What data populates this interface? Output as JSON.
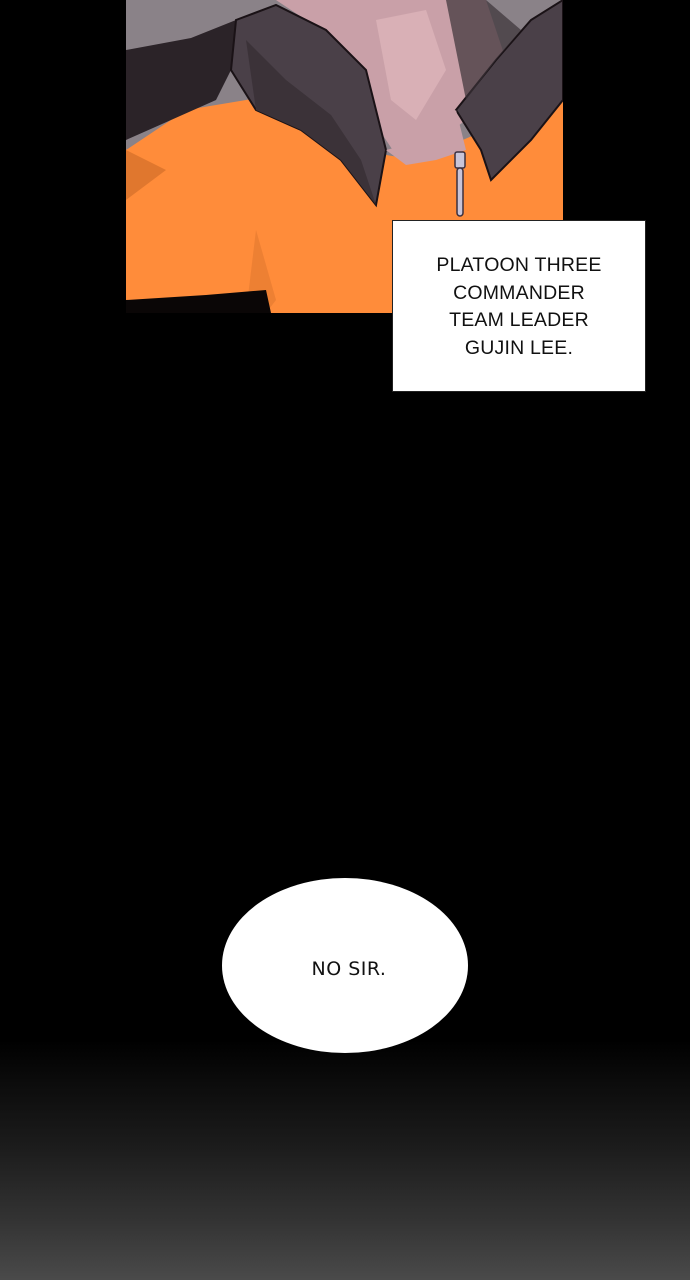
{
  "page": {
    "background_color": "#000000",
    "bottom_gradient_end": "#4a4a4a"
  },
  "panel": {
    "description": "Close-up of a character's neck and collar: dark grey jacket collar over an orange zip-up top with a silver zipper pull",
    "colors": {
      "shirt_orange": "#ff8c3a",
      "collar_dark": "#4a4048",
      "skin": "#c9a0a8",
      "background_grey": "#8a8288",
      "zipper": "#c8c4d8"
    }
  },
  "caption": {
    "lines": [
      "PLATOON THREE",
      "COMMANDER",
      "TEAM LEADER",
      "GUJIN LEE."
    ]
  },
  "speech_bubble": {
    "text": "NO SIR."
  }
}
